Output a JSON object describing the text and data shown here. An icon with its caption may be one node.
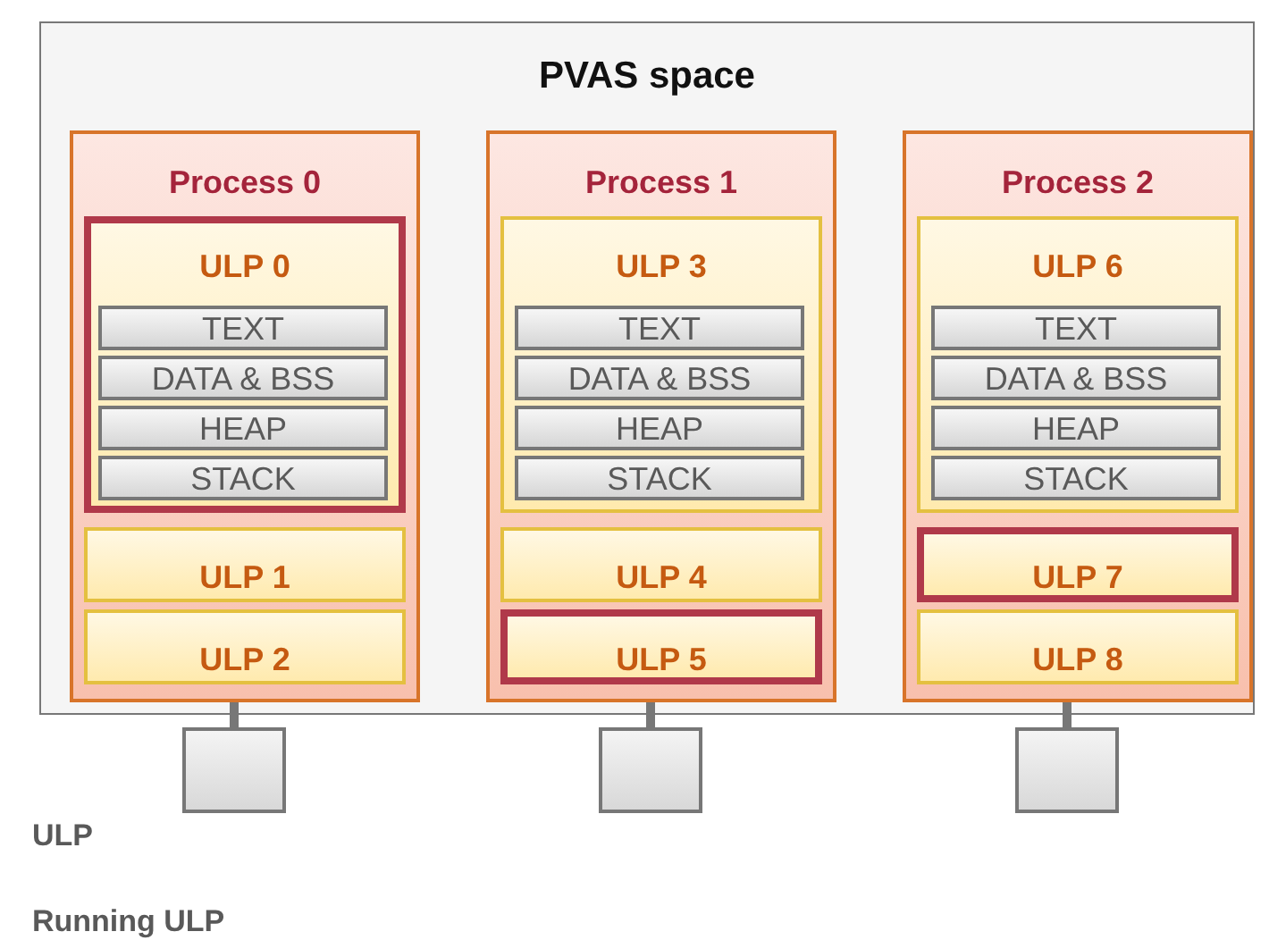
{
  "diagram": {
    "nodes": [
      {
        "text": [
          "PVAS space"
        ]
      },
      {
        "text": [
          "Process 0"
        ],
        "in": 0
      },
      {
        "text": [
          "ULP 0"
        ],
        "in": 1
      },
      {
        "text": [
          "TEXT"
        ],
        "in": 2
      },
      {
        "text": [
          "DATA & BSS"
        ],
        "in": 2
      },
      {
        "text": [
          "HEAP"
        ],
        "in": 2
      },
      {
        "text": [
          "STACK"
        ],
        "in": 2
      },
      {
        "text": [
          "ULP 1"
        ],
        "in": 1
      },
      {
        "text": [
          "ULP 2"
        ],
        "in": 1
      },
      {
        "text": [
          "Process 1"
        ],
        "in": 0
      },
      {
        "text": [
          "ULP 3"
        ],
        "in": 9
      },
      {
        "text": [
          "TEXT"
        ],
        "in": 10
      },
      {
        "text": [
          "DATA & BSS"
        ],
        "in": 10
      },
      {
        "text": [
          "HEAP"
        ],
        "in": 10
      },
      {
        "text": [
          "STACK"
        ],
        "in": 10
      },
      {
        "text": [
          "ULP 4"
        ],
        "in": 9
      },
      {
        "text": [
          "ULP 5"
        ],
        "in": 9
      },
      {
        "text": [
          "Process 2"
        ],
        "in": 0
      },
      {
        "text": [
          "ULP 6"
        ],
        "in": 17
      },
      {
        "text": [
          "TEXT"
        ],
        "in": 18
      },
      {
        "text": [
          "DATA & BSS"
        ],
        "in": 18
      },
      {
        "text": [
          "HEAP"
        ],
        "in": 18
      },
      {
        "text": [
          "STACK"
        ],
        "in": 18
      },
      {
        "text": [
          "ULP 7"
        ],
        "in": 17
      },
      {
        "text": [
          "ULP 8"
        ],
        "in": 17
      },
      {
        "text": [],
        "shape": "box"
      },
      {
        "text": [],
        "shape": "box"
      },
      {
        "text": [],
        "shape": "box"
      }
    ],
    "edges": [
      {
        "from": 1,
        "to": 25,
        "arrow": "none"
      },
      {
        "from": 9,
        "to": 26,
        "arrow": "none"
      },
      {
        "from": 17,
        "to": 27,
        "arrow": "none"
      }
    ],
    "labels": [
      "ULP",
      "Running ULP"
    ]
  }
}
